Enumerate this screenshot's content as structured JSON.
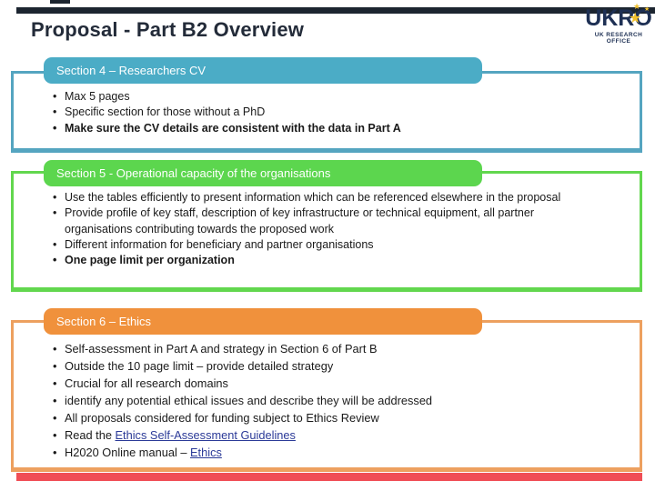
{
  "slide": {
    "title": "Proposal - Part B2 Overview"
  },
  "branding": {
    "logo_text": "UKRO",
    "tagline": "UK RESEARCH OFFICE",
    "star_icon": "★"
  },
  "colors": {
    "navy": "#1c2530",
    "ink": "#232b39",
    "logonavy": "#1e3054",
    "gold": "#f2c12e",
    "teal": "#4bacc6",
    "tealBorder": "#55a5c0",
    "green": "#5cd64e",
    "greenBorder": "#62d74e",
    "orange": "#f0913c",
    "orangeBorder": "#eda05f",
    "red": "#f04e56",
    "link": "#2b3a98"
  },
  "sections": [
    {
      "title": "Section 4 – Researchers CV",
      "bullets": [
        {
          "text": "Max 5 pages"
        },
        {
          "text": "Specific section for those without a PhD"
        },
        {
          "text": "Make sure the CV details are consistent with the data in Part A"
        }
      ]
    },
    {
      "title": "Section 5 - Operational capacity of the organisations",
      "bullets": [
        {
          "text": "Use the tables efficiently to present information which can be referenced elsewhere in the proposal"
        },
        {
          "text": "Provide profile of key staff, description of key infrastructure or technical equipment, all partner organisations contributing towards the proposed work"
        },
        {
          "text": "Different information for beneficiary and partner organisations"
        },
        {
          "text": "One page limit per organization"
        }
      ]
    },
    {
      "title": "Section 6 – Ethics",
      "bullets": [
        {
          "text": "Self-assessment in Part A and strategy in Section 6 of Part B"
        },
        {
          "text": "Outside the 10 page limit – provide detailed strategy"
        },
        {
          "text": "Crucial for all research domains"
        },
        {
          "text": "identify any potential ethical issues and describe they will be addressed"
        },
        {
          "text": "All proposals considered for funding subject to Ethics Review"
        },
        {
          "prefix": "Read the ",
          "link": "Ethics Self-Assessment Guidelines"
        },
        {
          "prefix": "H2020 Online manual – ",
          "link": "Ethics"
        }
      ]
    }
  ]
}
